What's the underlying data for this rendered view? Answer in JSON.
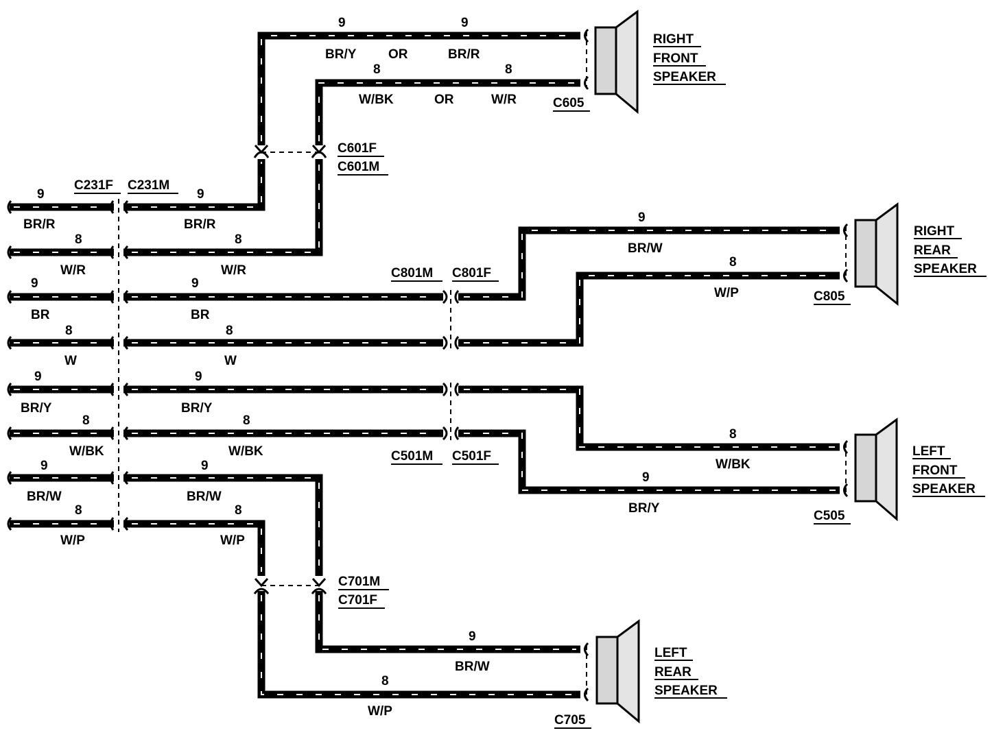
{
  "speakers": {
    "right_front": {
      "lines": [
        "RIGHT",
        "FRONT",
        "SPEAKER"
      ],
      "connector": "C605"
    },
    "right_rear": {
      "lines": [
        "RIGHT",
        "REAR",
        "SPEAKER"
      ],
      "connector": "C805"
    },
    "left_front": {
      "lines": [
        "LEFT",
        "FRONT",
        "SPEAKER"
      ],
      "connector": "C505"
    },
    "left_rear": {
      "lines": [
        "LEFT",
        "REAR",
        "SPEAKER"
      ],
      "connector": "C705"
    }
  },
  "connectors": {
    "c231f": "C231F",
    "c231m": "C231M",
    "c601f": "C601F",
    "c601m": "C601M",
    "c801m": "C801M",
    "c801f": "C801F",
    "c501m": "C501M",
    "c501f": "C501F",
    "c701m": "C701M",
    "c701f": "C701F"
  },
  "wires": {
    "rf_plus": {
      "circuit": "9",
      "colors": [
        "BR/Y",
        "OR",
        "BR/R"
      ]
    },
    "rf_minus": {
      "circuit": "8",
      "colors": [
        "W/BK",
        "OR",
        "W/R"
      ]
    },
    "rr_plus": {
      "circuit": "9",
      "color": "BR/W"
    },
    "rr_minus": {
      "circuit": "8",
      "color": "W/P"
    },
    "lf_plus": {
      "circuit": "9",
      "color": "BR/Y"
    },
    "lf_minus": {
      "circuit": "8",
      "color": "W/BK"
    },
    "lr_plus": {
      "circuit": "9",
      "color": "BR/W"
    },
    "lr_minus": {
      "circuit": "8",
      "color": "W/P"
    }
  },
  "harness_rows": [
    {
      "left_circuit": "9",
      "left_color": "BR/R",
      "mid_circuit": "9",
      "mid_color": "BR/R"
    },
    {
      "left_circuit": "8",
      "left_color": "W/R",
      "mid_circuit": "8",
      "mid_color": "W/R"
    },
    {
      "left_circuit": "9",
      "left_color": "BR",
      "mid_circuit": "9",
      "mid_color": "BR"
    },
    {
      "left_circuit": "8",
      "left_color": "W",
      "mid_circuit": "8",
      "mid_color": "W"
    },
    {
      "left_circuit": "9",
      "left_color": "BR/Y",
      "mid_circuit": "9",
      "mid_color": "BR/Y"
    },
    {
      "left_circuit": "8",
      "left_color": "W/BK",
      "mid_circuit": "8",
      "mid_color": "W/BK"
    },
    {
      "left_circuit": "9",
      "left_color": "BR/W",
      "mid_circuit": "9",
      "mid_color": "BR/W"
    },
    {
      "left_circuit": "8",
      "left_color": "W/P",
      "mid_circuit": "8",
      "mid_color": "W/P"
    }
  ]
}
